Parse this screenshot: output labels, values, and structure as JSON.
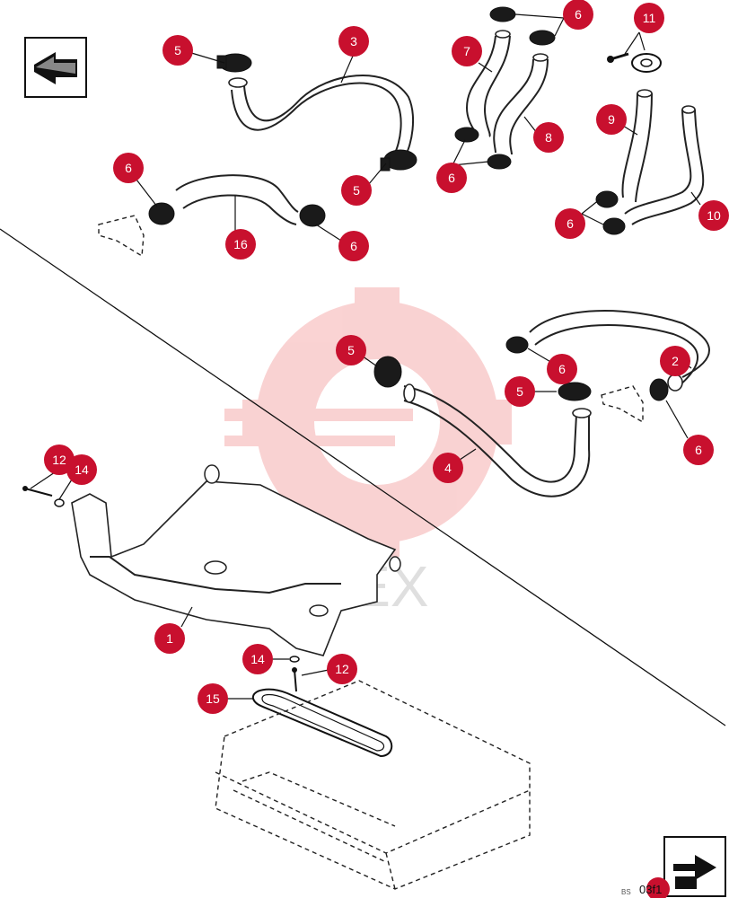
{
  "watermark": {
    "text": "ИНЕХ",
    "color": "#f2b3b3"
  },
  "icons": {
    "top_left_arrow": "arrow-into-box-icon",
    "bottom_right_arrow": "arrow-out-of-box-icon"
  },
  "callout_color": "#c8102e",
  "callouts": [
    {
      "id": "c5a",
      "label": "5"
    },
    {
      "id": "c3",
      "label": "3"
    },
    {
      "id": "c5b",
      "label": "5"
    },
    {
      "id": "c6a",
      "label": "6"
    },
    {
      "id": "c16",
      "label": "16"
    },
    {
      "id": "c6b",
      "label": "6"
    },
    {
      "id": "c6c",
      "label": "6"
    },
    {
      "id": "c7",
      "label": "7"
    },
    {
      "id": "c8",
      "label": "8"
    },
    {
      "id": "c6d",
      "label": "6"
    },
    {
      "id": "c11",
      "label": "11"
    },
    {
      "id": "c9",
      "label": "9"
    },
    {
      "id": "c10",
      "label": "10"
    },
    {
      "id": "c6e",
      "label": "6"
    },
    {
      "id": "c5c",
      "label": "5"
    },
    {
      "id": "c6f",
      "label": "6"
    },
    {
      "id": "c2",
      "label": "2"
    },
    {
      "id": "c5d",
      "label": "5"
    },
    {
      "id": "c6g",
      "label": "6"
    },
    {
      "id": "c4",
      "label": "4"
    },
    {
      "id": "c12a",
      "label": "12"
    },
    {
      "id": "c14a",
      "label": "14"
    },
    {
      "id": "c1",
      "label": "1"
    },
    {
      "id": "c14b",
      "label": "14"
    },
    {
      "id": "c12b",
      "label": "12"
    },
    {
      "id": "c15",
      "label": "15"
    }
  ],
  "drawing_code": "BS",
  "drawing_code_suffix": "03f1"
}
